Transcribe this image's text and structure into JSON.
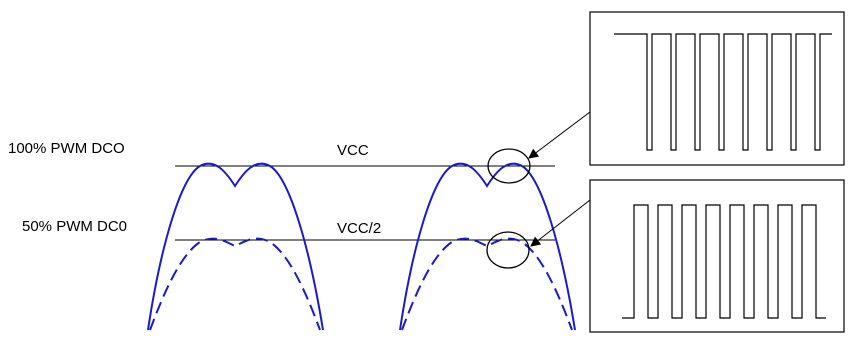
{
  "labels": {
    "pwm_100": "100% PWM DCO",
    "pwm_50": "50% PWM DC0",
    "vcc": "VCC",
    "vcc_half": "VCC/2"
  },
  "colors": {
    "waveform": "#1a1acc",
    "line": "#000000",
    "background": "#ffffff"
  },
  "insets": {
    "top_duty": "high, narrow low pulses",
    "bottom_duty": "50% square wave"
  }
}
